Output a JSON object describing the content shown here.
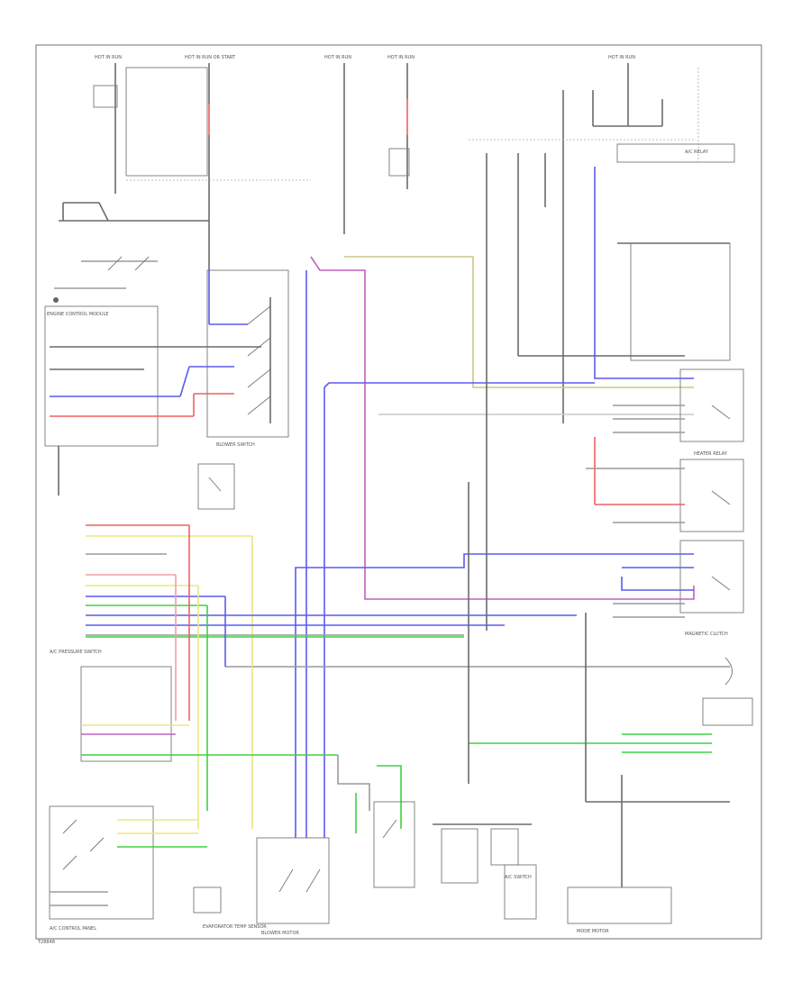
{
  "diagram": {
    "footer_code": "T28848",
    "labels": {
      "hot_run_start_1": "HOT IN RUN",
      "hot_run_start_2": "HOT IN RUN OR START",
      "hot_run_3": "HOT IN RUN",
      "hot_run_4": "HOT IN RUN",
      "hot_run_5": "HOT IN RUN",
      "engine_control_module": "ENGINE CONTROL MODULE",
      "ac_pressure_switch": "A/C PRESSURE SWITCH",
      "hvac_control_panel": "A/C CONTROL PANEL",
      "blower_motor": "BLOWER MOTOR",
      "evaporator_temp_sensor": "EVAPORATOR TEMP SENSOR",
      "magnetic_clutch": "MAGNETIC CLUTCH",
      "ac_relay": "A/C RELAY",
      "heater_relay": "HEATER RELAY",
      "blower_switch": "BLOWER SWITCH",
      "ac_switch": "A/C SWITCH",
      "mode_motor": "MODE MOTOR"
    }
  }
}
